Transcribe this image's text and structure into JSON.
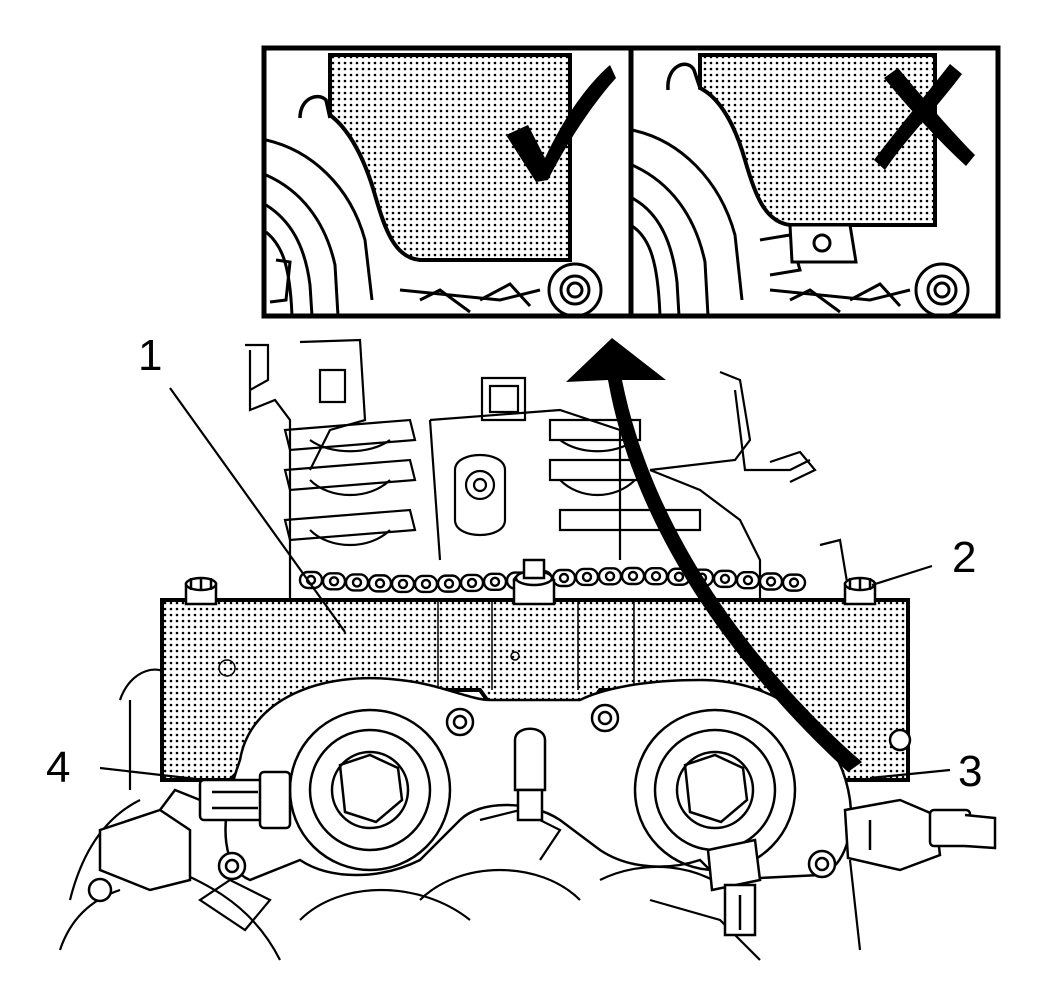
{
  "callouts": [
    {
      "id": "1",
      "label": "1"
    },
    {
      "id": "2",
      "label": "2"
    },
    {
      "id": "3",
      "label": "3"
    },
    {
      "id": "4",
      "label": "4"
    }
  ],
  "inset_panels": [
    {
      "id": "correct",
      "mark": "check-mark-icon"
    },
    {
      "id": "incorrect",
      "mark": "cross-mark-icon"
    }
  ],
  "colors": {
    "line": "#000000",
    "background": "#ffffff",
    "stipple": "#000000"
  }
}
